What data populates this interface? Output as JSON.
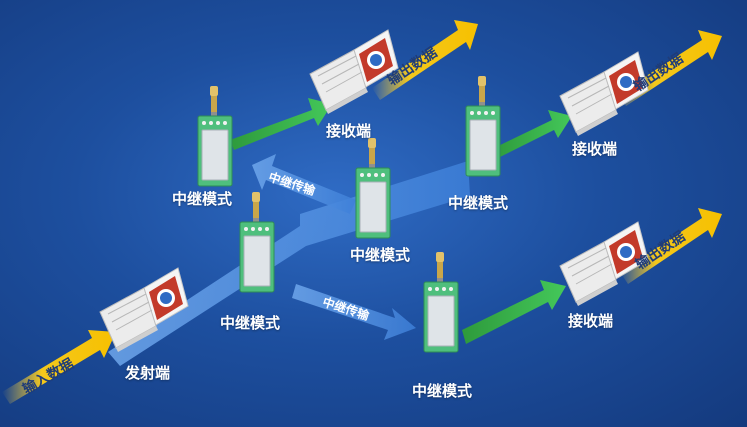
{
  "labels": {
    "sender": "发射端",
    "relay_mode": "中继模式",
    "receiver": "接收端",
    "relay_transfer": "中继传输",
    "input_data": "输入数据",
    "output_data": "输出数据"
  },
  "colors": {
    "background": "#1d4f9f",
    "link_blue": "#4a8de0",
    "link_green": "#2fb34a",
    "banner_yellow": "#f2c010",
    "module_green": "#4fbf7d",
    "shield_silver": "#dfe4e8"
  },
  "icons": [
    "laptop-icon",
    "radio-module-icon",
    "antenna-icon"
  ]
}
